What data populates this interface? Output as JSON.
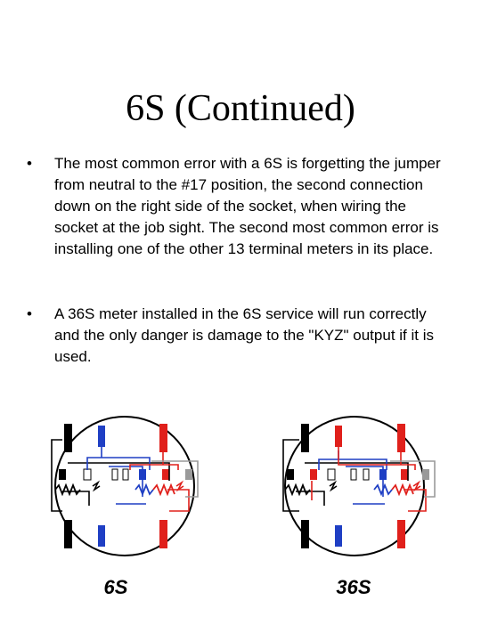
{
  "title": "6S (Continued)",
  "bullets": [
    {
      "marker": "•",
      "text": "The most common error with a 6S is forgetting the jumper from neutral to the #17 position, the second connection down on the right side of the socket, when wiring the socket at the job sight.  The second most common error is installing one of the other 13 terminal meters in its place."
    },
    {
      "marker": "•",
      "text": "A 36S meter installed in the 6S service will run correctly and the only danger is damage to the \"KYZ\" output if it is used."
    }
  ],
  "diagrams": [
    {
      "caption": "6S"
    },
    {
      "caption": "36S"
    }
  ],
  "colors": {
    "black": "#000000",
    "blue": "#1f3fc4",
    "red": "#e0201b",
    "gray": "#9a9a9a"
  }
}
